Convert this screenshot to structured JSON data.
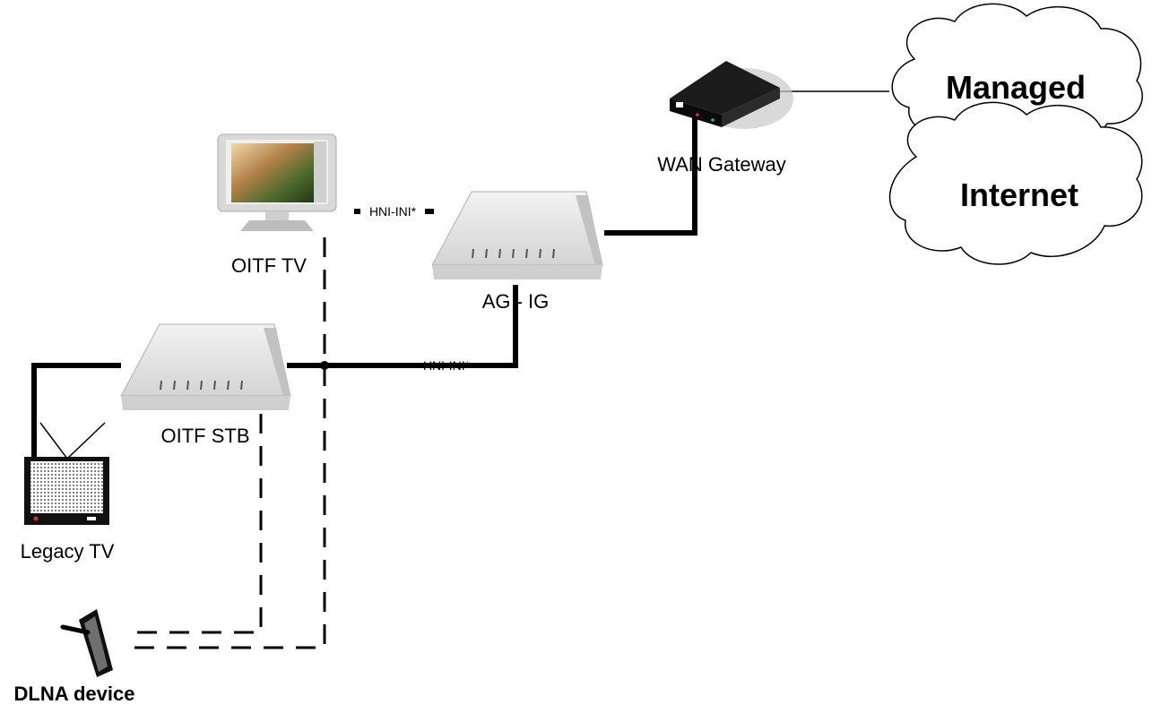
{
  "nodes": {
    "managed_cloud": {
      "label": "Managed"
    },
    "internet_cloud": {
      "label": "Internet"
    },
    "wan_gateway": {
      "label": "WAN Gateway",
      "icon": "router-icon"
    },
    "ag_ig": {
      "label": "AG - IG",
      "icon": "gateway-box-icon"
    },
    "oitf_tv": {
      "label": "OITF TV",
      "icon": "flat-panel-tv-icon"
    },
    "oitf_stb": {
      "label": "OITF STB",
      "icon": "set-top-box-icon"
    },
    "legacy_tv": {
      "label": "Legacy TV",
      "icon": "crt-tv-icon"
    },
    "dlna_device": {
      "label": "DLNA device",
      "icon": "tablet-icon"
    }
  },
  "interfaces": {
    "tv_link": "HNI-INI*",
    "stb_link": "HNI-INI*"
  },
  "colors": {
    "box_body": "#e6e6e6",
    "box_shadow": "#bdbdbd",
    "router_body": "#111111",
    "cloud_fill": "#ffffff"
  }
}
